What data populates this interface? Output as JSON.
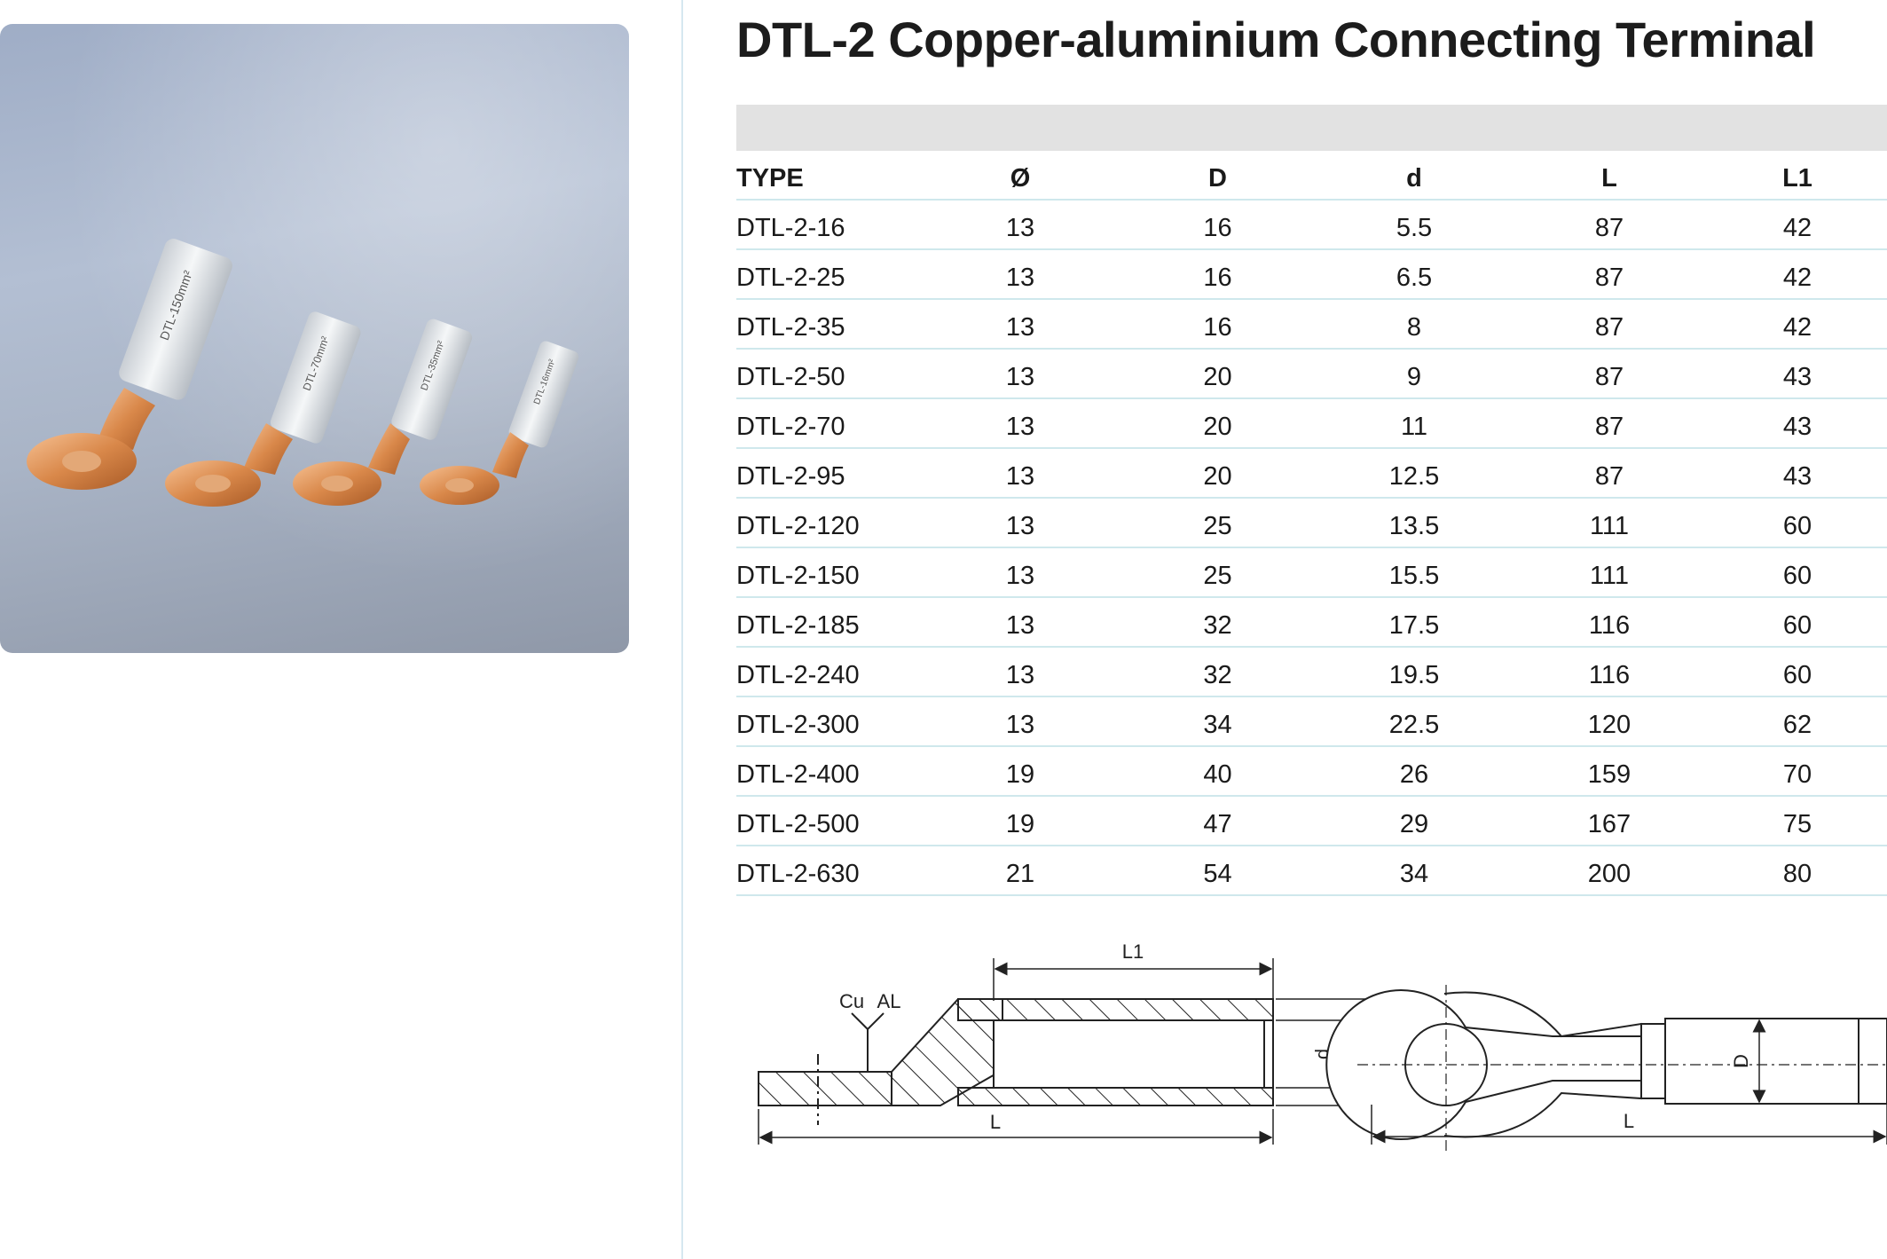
{
  "title": "DTL-2 Copper-aluminium Connecting Terminal",
  "table": {
    "headers": [
      "TYPE",
      "Ø",
      "D",
      "d",
      "L",
      "L1"
    ],
    "rows": [
      [
        "DTL-2-16",
        "13",
        "16",
        "5.5",
        "87",
        "42"
      ],
      [
        "DTL-2-25",
        "13",
        "16",
        "6.5",
        "87",
        "42"
      ],
      [
        "DTL-2-35",
        "13",
        "16",
        "8",
        "87",
        "42"
      ],
      [
        "DTL-2-50",
        "13",
        "20",
        "9",
        "87",
        "43"
      ],
      [
        "DTL-2-70",
        "13",
        "20",
        "11",
        "87",
        "43"
      ],
      [
        "DTL-2-95",
        "13",
        "20",
        "12.5",
        "87",
        "43"
      ],
      [
        "DTL-2-120",
        "13",
        "25",
        "13.5",
        "111",
        "60"
      ],
      [
        "DTL-2-150",
        "13",
        "25",
        "15.5",
        "111",
        "60"
      ],
      [
        "DTL-2-185",
        "13",
        "32",
        "17.5",
        "116",
        "60"
      ],
      [
        "DTL-2-240",
        "13",
        "32",
        "19.5",
        "116",
        "60"
      ],
      [
        "DTL-2-300",
        "13",
        "34",
        "22.5",
        "120",
        "62"
      ],
      [
        "DTL-2-400",
        "19",
        "40",
        "26",
        "159",
        "70"
      ],
      [
        "DTL-2-500",
        "19",
        "47",
        "29",
        "167",
        "75"
      ],
      [
        "DTL-2-630",
        "21",
        "54",
        "34",
        "200",
        "80"
      ]
    ]
  },
  "photo": {
    "lug_labels": [
      "DTL-150mm²",
      "DTL-70mm²",
      "DTL-35mm²",
      "DTL-16mm²"
    ]
  },
  "drawing": {
    "labels": {
      "L1": "L1",
      "cu": "Cu",
      "al": "AL",
      "d": "d",
      "D": "D",
      "L": "L",
      "D2": "D",
      "L2": "L"
    }
  },
  "colors": {
    "row_rule": "#cfe8ec",
    "header_band": "#e2e2e2",
    "copper": "#d98a4e",
    "aluminium": "#e6e9ec"
  }
}
